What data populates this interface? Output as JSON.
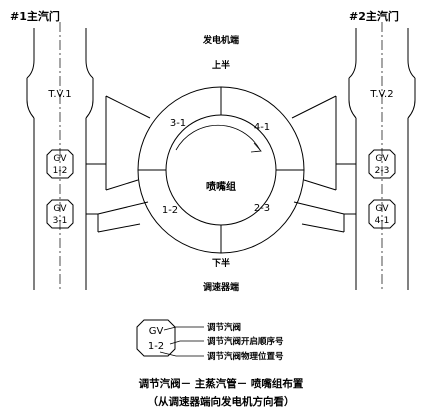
{
  "header": {
    "left_valve_title": "#1主汽门",
    "right_valve_title": "#2主汽门",
    "generator_end": "发电机端",
    "upper_half": "上半",
    "lower_half": "下半",
    "governor_end": "调速器端"
  },
  "main_valves": {
    "left_label": "T.V.1",
    "right_label": "T.V.2"
  },
  "control_valves": [
    {
      "name": "gv-1-2",
      "top": "GV",
      "bottom": "1-2"
    },
    {
      "name": "gv-3-1",
      "top": "GV",
      "bottom": "3-1"
    },
    {
      "name": "gv-2-3",
      "top": "GV",
      "bottom": "2-3"
    },
    {
      "name": "gv-4-1",
      "top": "GV",
      "bottom": "4-1"
    }
  ],
  "nozzle_ring": {
    "center_label": "喷嘴组",
    "segments": [
      "3-1",
      "4-1",
      "1-2",
      "2-3"
    ]
  },
  "legend": {
    "gv_top": "GV",
    "gv_bottom": "1-2",
    "item_1": "调节汽阀",
    "item_2": "调节汽阀开启顺序号",
    "item_3": "调节汽阀物理位置号"
  },
  "caption": {
    "line1": "调节汽阀－ 主蒸汽管－ 喷嘴组布置",
    "line2": "（从调速器端向发电机方向看）"
  }
}
